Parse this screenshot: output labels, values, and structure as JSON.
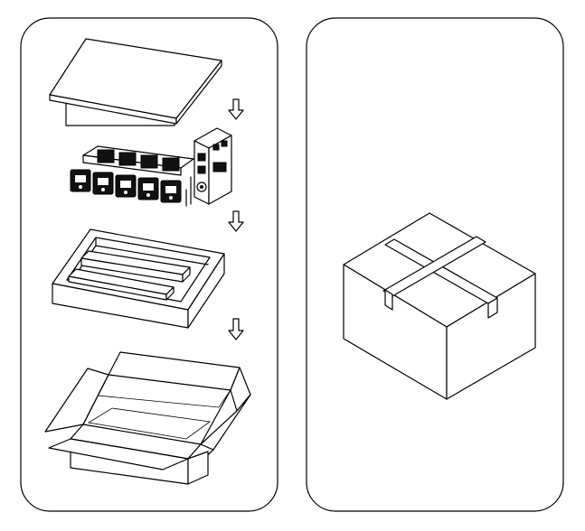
{
  "diagram": {
    "panels": [
      {
        "id": "left",
        "steps": [
          "lid",
          "module-assembly",
          "foam-tray",
          "open-carton"
        ]
      },
      {
        "id": "right",
        "steps": [
          "sealed-carton"
        ]
      }
    ],
    "stroke_color": "#000000",
    "background_color": "#ffffff",
    "arrows": [
      "down-arrow",
      "down-arrow",
      "down-arrow"
    ]
  }
}
